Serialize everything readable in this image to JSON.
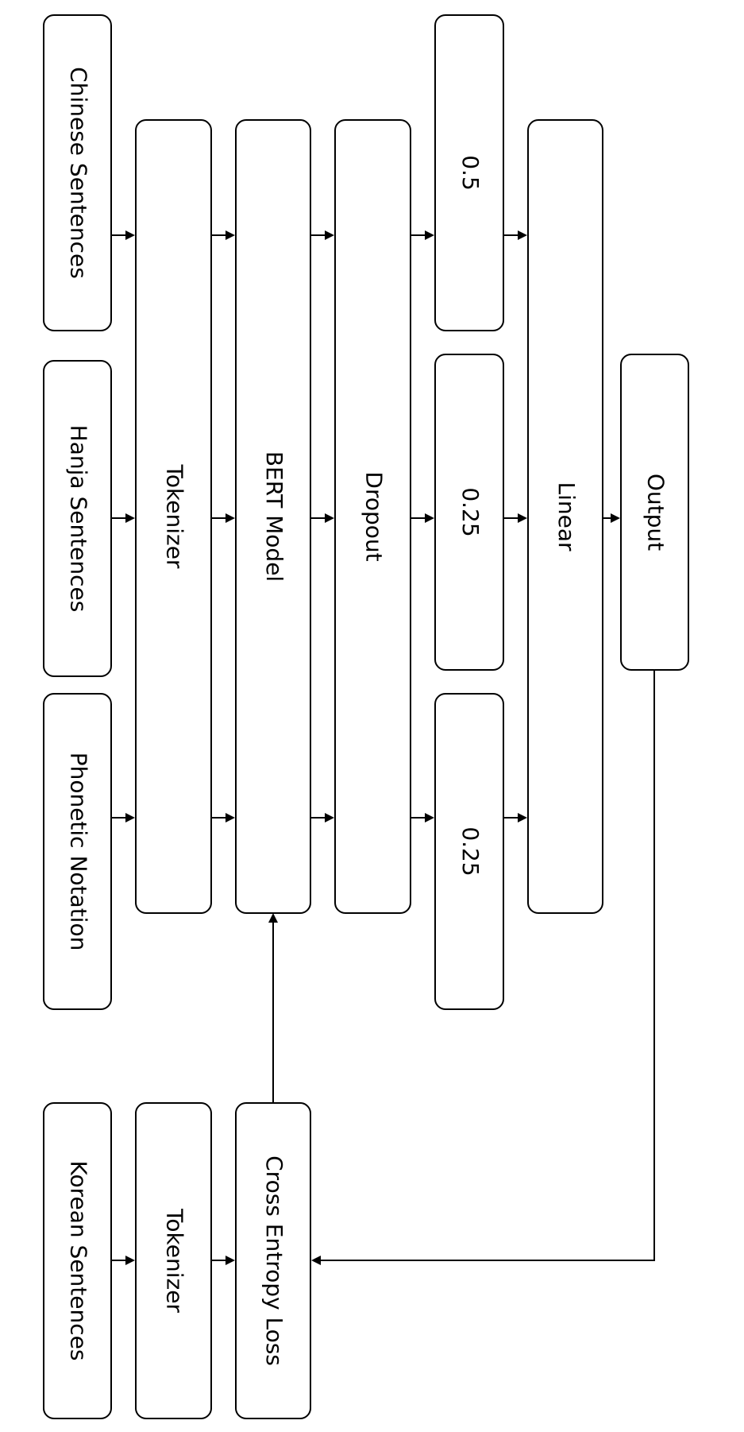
{
  "diagram": {
    "nodes": {
      "chinese": "Chinese Sentences",
      "hanja": "Hanja Sentences",
      "phonetic": "Phonetic Notation",
      "tokenizer_main": "Tokenizer",
      "bert": "BERT Model",
      "dropout": "Dropout",
      "weight_1": "0.5",
      "weight_2": "0.25",
      "weight_3": "0.25",
      "linear": "Linear",
      "output": "Output",
      "korean": "Korean Sentences",
      "tokenizer_korean": "Tokenizer",
      "loss": "Cross Entropy Loss"
    }
  }
}
